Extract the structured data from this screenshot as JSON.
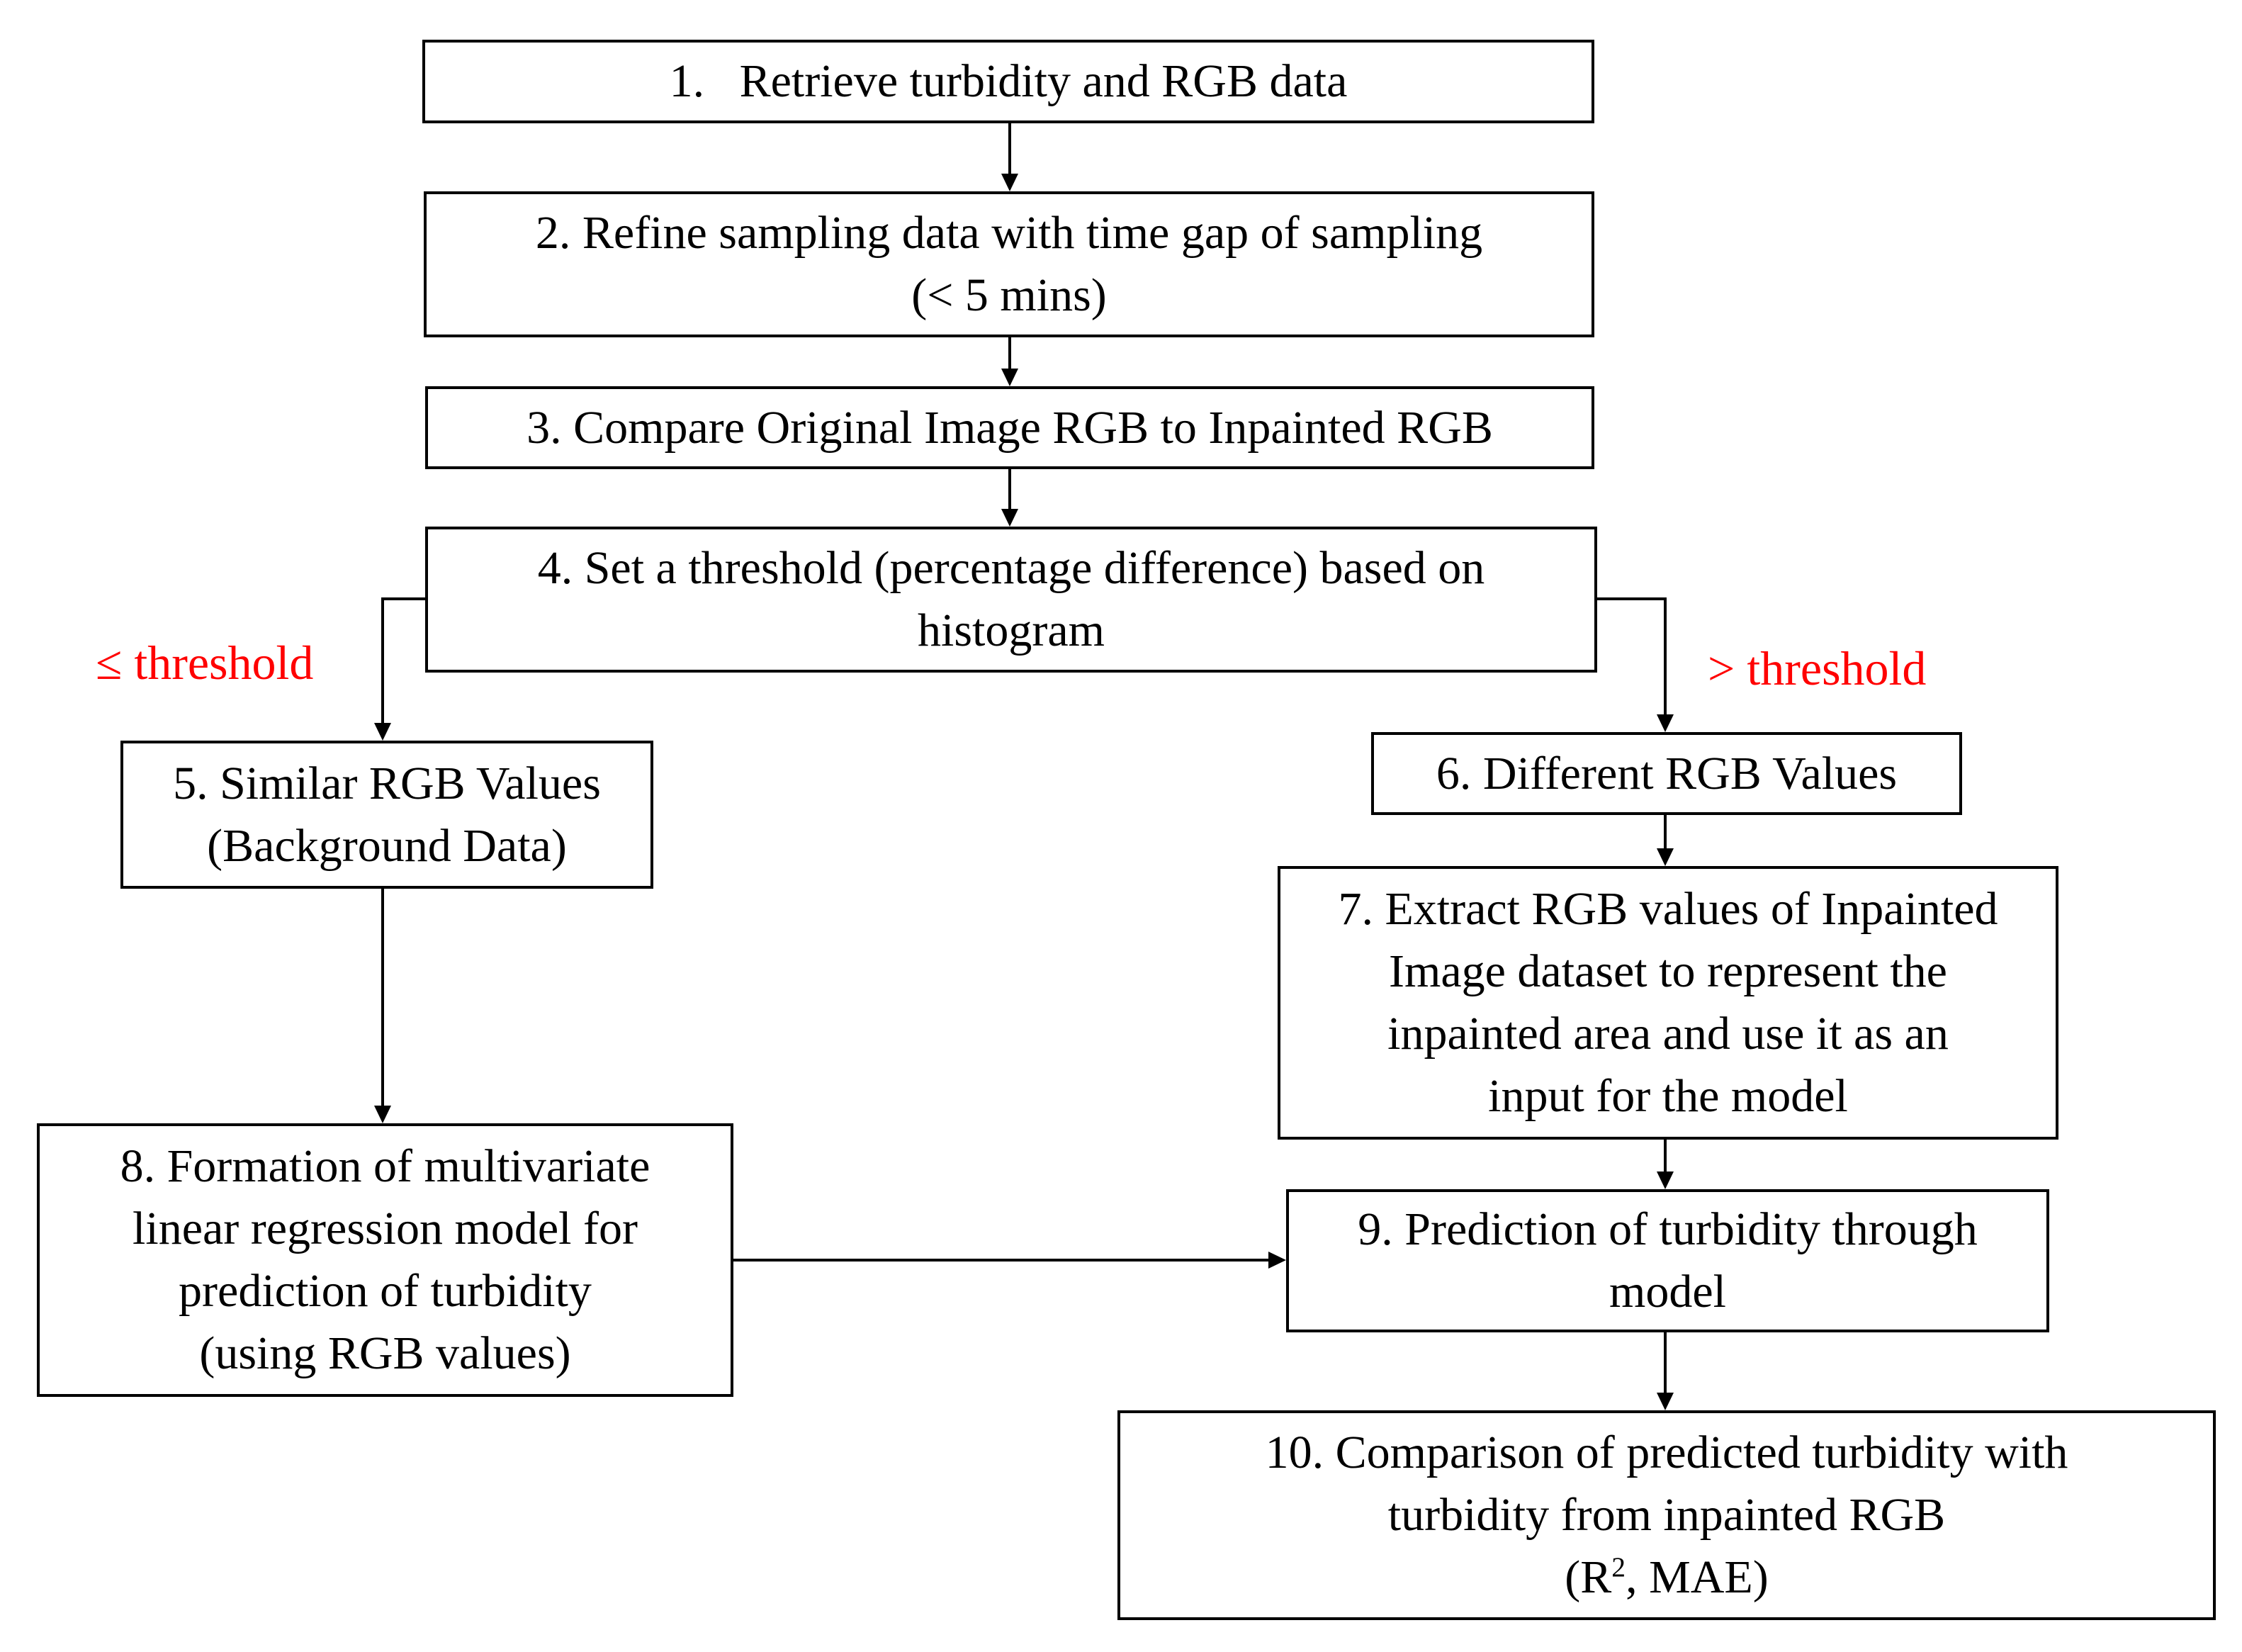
{
  "colors": {
    "text": "#000000",
    "branch_label": "#ff0000",
    "box_border": "#000000"
  },
  "steps": [
    {
      "id": "1",
      "lines": [
        "1.   Retrieve turbidity and RGB data"
      ]
    },
    {
      "id": "2",
      "lines": [
        "2. Refine sampling data with time gap of sampling",
        "(< 5 mins)"
      ]
    },
    {
      "id": "3",
      "lines": [
        "3. Compare Original Image RGB to Inpainted RGB"
      ]
    },
    {
      "id": "4",
      "lines": [
        "4. Set a threshold (percentage difference) based on",
        "histogram"
      ]
    },
    {
      "id": "5",
      "lines": [
        "5. Similar RGB Values",
        "(Background Data)"
      ]
    },
    {
      "id": "6",
      "lines": [
        "6. Different RGB Values"
      ]
    },
    {
      "id": "7",
      "lines": [
        "7. Extract RGB values of Inpainted",
        "Image dataset to represent the",
        "inpainted area and use it as an",
        "input for the model"
      ]
    },
    {
      "id": "8",
      "lines": [
        "8. Formation of multivariate",
        "linear regression model for",
        "prediction of turbidity",
        "(using RGB values)"
      ]
    },
    {
      "id": "9",
      "lines": [
        "9. Prediction of turbidity through",
        "model"
      ]
    },
    {
      "id": "10",
      "lines": [
        "10. Comparison of predicted turbidity with",
        "turbidity from inpainted RGB"
      ],
      "metrics_prefix": "(R",
      "metrics_sup": "2",
      "metrics_suffix": ", MAE)"
    }
  ],
  "branch_labels": {
    "left": "≤ threshold",
    "right": "> threshold"
  }
}
